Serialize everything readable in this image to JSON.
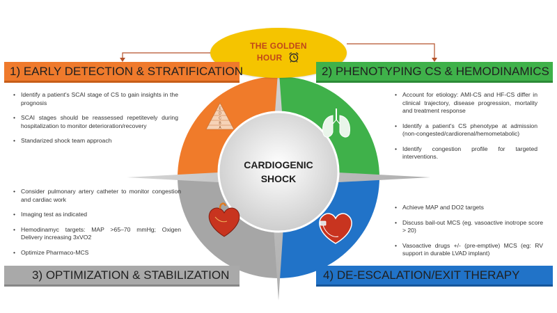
{
  "golden_hour": {
    "line1": "THE GOLDEN",
    "line2": "HOUR",
    "icon": "alarm-clock-icon"
  },
  "center": {
    "line1": "CARDIOGENIC",
    "line2": "SHOCK"
  },
  "quadrants": [
    {
      "title": "1) EARLY DETECTION & STRATIFICATION",
      "color": "#ef7a2c",
      "icon": "pyramid-icon",
      "pyramid_letters": [
        "E",
        "D",
        "C",
        "B",
        "A"
      ],
      "bullets": [
        "Identify a patient's SCAI stage of CS to gain insights in the prognosis",
        "SCAI stages should be reassessed repetitevely during hospitalization to monitor deterioration/recovery",
        "Standarized shock team approach"
      ]
    },
    {
      "title": "2) PHENOTYPING CS & HEMODINAMICS",
      "color": "#3fb14a",
      "icon": "lungs-icon",
      "bullets": [
        "Account for etiology: AMI-CS and HF-CS differ in clinical trajectory, disease progression, mortality and treatment response",
        "Identify a patient's CS phenotype at admission (non-congested/cardiorenal/hemometabolic)",
        "Identify congestion profile for targeted interventions."
      ]
    },
    {
      "title": "3) OPTIMIZATION & STABILIZATION",
      "color": "#a9a9a9",
      "icon": "heart-icon",
      "bullets": [
        "Consider pulmonary artery catheter to monitor congestion and cardiac work",
        "Imaging test as indicated",
        "Hemodinamyc targets: MAP >65–70 mmHg; Oxigen Delivery increasing 3xVO2",
        "Optimize Pharmaco-MCS"
      ]
    },
    {
      "title": "4) DE-ESCALATION/EXIT THERAPY",
      "color": "#2173c8",
      "icon": "heart-with-device-icon",
      "bullets": [
        "Achieve MAP and DO2 targets",
        "Discuss bail-out MCS (eg. vasoactive inotrope score > 20)",
        "Vasoactive drugs +/- (pre-emptive) MCS (eg: RV support in durable LVAD implant)"
      ]
    }
  ]
}
